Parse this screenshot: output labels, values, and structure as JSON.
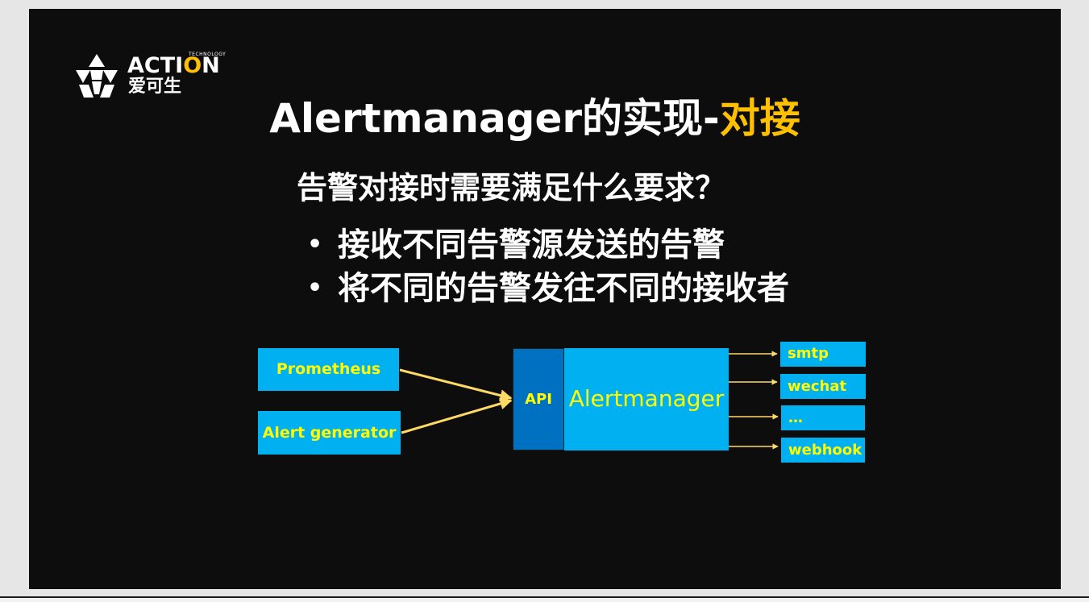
{
  "logo": {
    "wordmark_prefix": "ACTI",
    "wordmark_highlight": "O",
    "wordmark_suffix": "N",
    "tagline": "TECHNOLOGY",
    "chinese_name": "爱可生",
    "icon": "action-logo-icon"
  },
  "slide": {
    "title_main": "Alertmanager的实现-",
    "title_accent": "对接",
    "subtitle": "告警对接时需要满足什么要求？",
    "bullets": [
      "接收不同告警源发送的告警",
      "将不同的告警发往不同的接收者"
    ],
    "bullet_symbol": "•"
  },
  "diagram": {
    "sources": [
      "Prometheus",
      "Alert generator"
    ],
    "api_label": "API",
    "core_label": "Alertmanager",
    "receivers": [
      "smtp",
      "wechat",
      "…",
      "webhook"
    ]
  },
  "colors": {
    "background": "#0d0d0d",
    "accent": "#ffc000",
    "box_fill": "#00b0f0",
    "api_fill": "#0070c0",
    "box_text": "#ffff00",
    "arrow": "#ffd966"
  }
}
